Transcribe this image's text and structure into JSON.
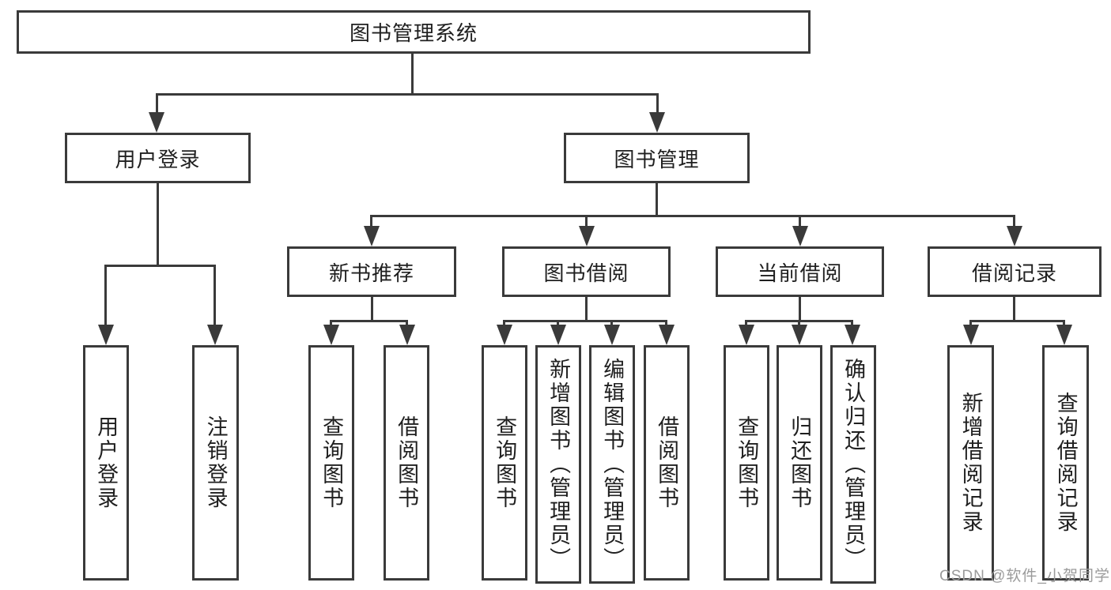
{
  "diagram": {
    "tree": {
      "label": "图书管理系统",
      "children": [
        {
          "label": "用户登录",
          "children": [
            {
              "label": "用户登录"
            },
            {
              "label": "注销登录"
            }
          ]
        },
        {
          "label": "图书管理",
          "children": [
            {
              "label": "新书推荐",
              "children": [
                {
                  "label": "查询图书"
                },
                {
                  "label": "借阅图书"
                }
              ]
            },
            {
              "label": "图书借阅",
              "children": [
                {
                  "label": "查询图书"
                },
                {
                  "label": "新增图书（管理员）"
                },
                {
                  "label": "编辑图书（管理员）"
                },
                {
                  "label": "借阅图书"
                }
              ]
            },
            {
              "label": "当前借阅",
              "children": [
                {
                  "label": "查询图书"
                },
                {
                  "label": "归还图书"
                },
                {
                  "label": "确认归还（管理员）"
                }
              ]
            },
            {
              "label": "借阅记录",
              "children": [
                {
                  "label": "新增借阅记录"
                },
                {
                  "label": "查询借阅记录"
                }
              ]
            }
          ]
        }
      ]
    },
    "colors": {
      "line": "#3a3a3a",
      "text": "#1f1f1f",
      "background": "#ffffff",
      "watermark_text": "#9b9b9b"
    }
  },
  "watermark": {
    "text": "CSDN @软件_小贺同学"
  }
}
